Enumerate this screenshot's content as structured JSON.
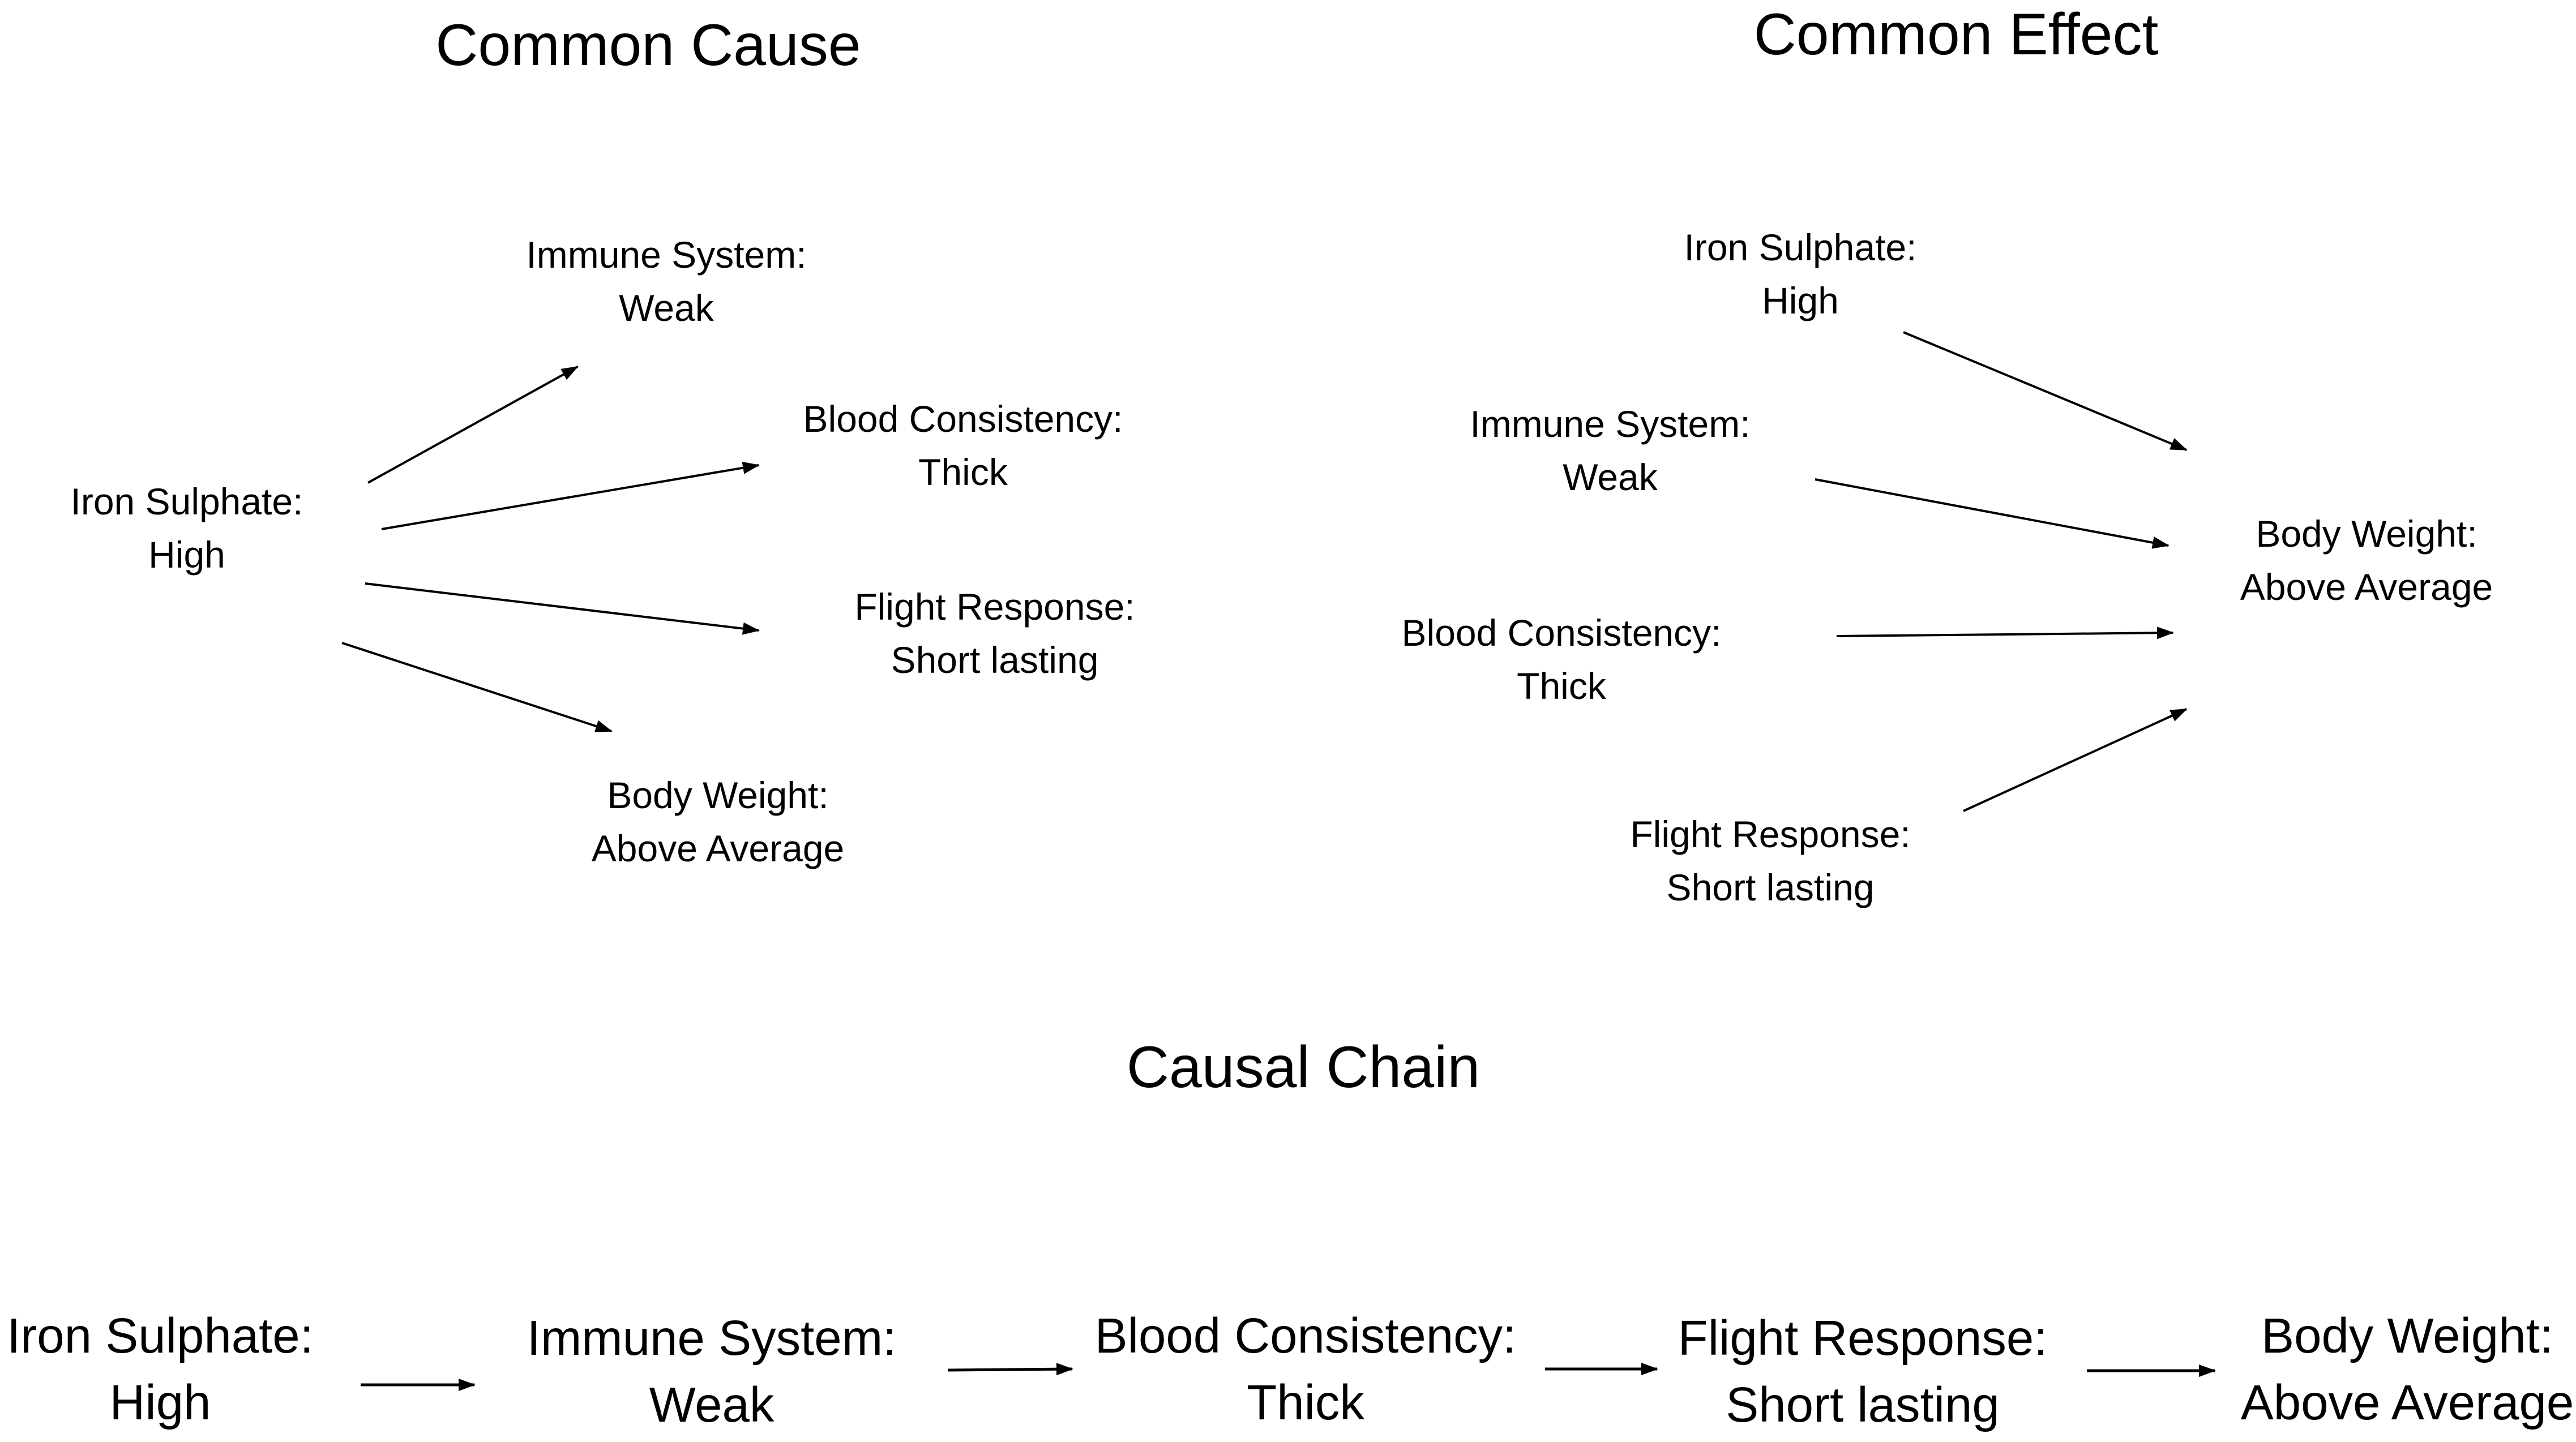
{
  "sections": {
    "common_cause": {
      "title": "Common Cause"
    },
    "common_effect": {
      "title": "Common Effect"
    },
    "causal_chain": {
      "title": "Causal Chain"
    }
  },
  "common_cause": {
    "source": {
      "name": "Iron Sulphate:",
      "value": "High"
    },
    "targets": [
      {
        "name": "Immune System:",
        "value": "Weak"
      },
      {
        "name": "Blood Consistency:",
        "value": "Thick"
      },
      {
        "name": "Flight Response:",
        "value": "Short lasting"
      },
      {
        "name": "Body Weight:",
        "value": "Above Average"
      }
    ]
  },
  "common_effect": {
    "sources": [
      {
        "name": "Iron Sulphate:",
        "value": "High"
      },
      {
        "name": "Immune System:",
        "value": "Weak"
      },
      {
        "name": "Blood Consistency:",
        "value": "Thick"
      },
      {
        "name": "Flight Response:",
        "value": "Short lasting"
      }
    ],
    "target": {
      "name": "Body Weight:",
      "value": "Above Average"
    }
  },
  "causal_chain": {
    "nodes": [
      {
        "name": "Iron Sulphate:",
        "value": "High"
      },
      {
        "name": "Immune System:",
        "value": "Weak"
      },
      {
        "name": "Blood Consistency:",
        "value": "Thick"
      },
      {
        "name": "Flight Response:",
        "value": "Short lasting"
      },
      {
        "name": "Body Weight:",
        "value": "Above Average"
      }
    ]
  }
}
